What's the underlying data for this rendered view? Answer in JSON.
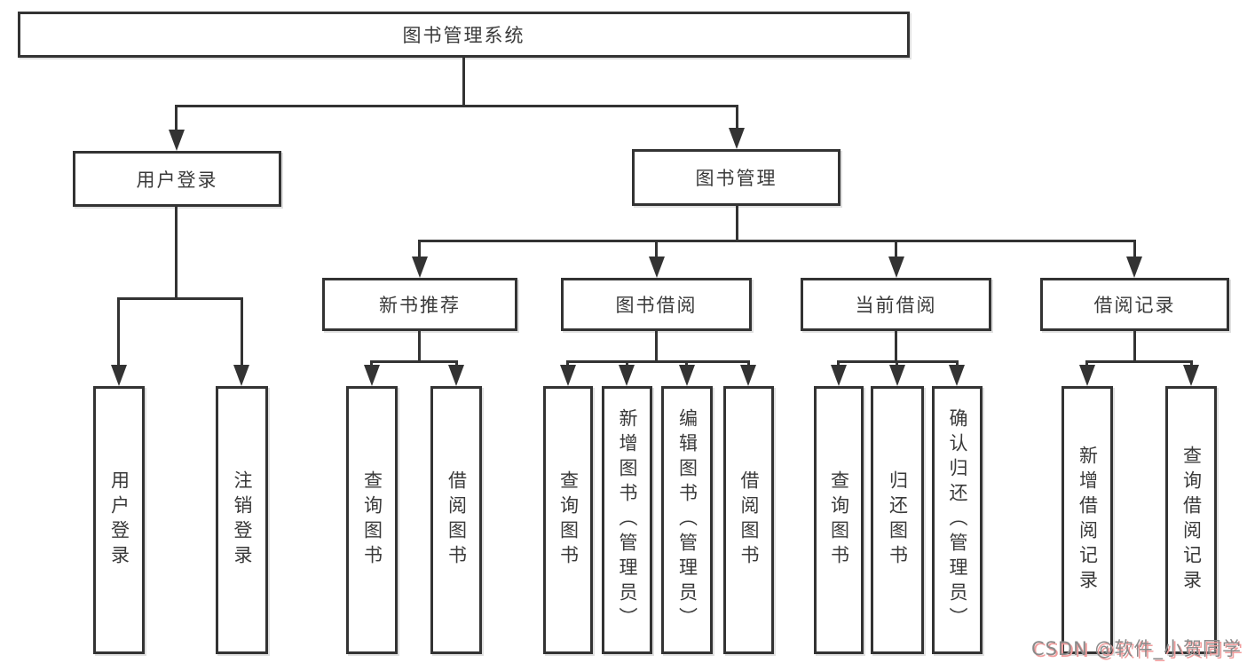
{
  "diagram": {
    "root": "图书管理系统",
    "level2": {
      "user_login": "用户登录",
      "book_management": "图书管理"
    },
    "level3": {
      "new_book_rec": "新书推荐",
      "book_borrow": "图书借阅",
      "current_borrow": "当前借阅",
      "borrow_records": "借阅记录"
    },
    "leaves": {
      "user_login": "用户登录",
      "logout": "注销登录",
      "nb_query": "查询图书",
      "nb_borrow": "借阅图书",
      "bb_query": "查询图书",
      "bb_add": "新增图书（管理员）",
      "bb_edit": "编辑图书（管理员）",
      "bb_borrow": "借阅图书",
      "cb_query": "查询图书",
      "cb_return": "归还图书",
      "cb_confirm": "确认归还（管理员）",
      "br_add": "新增借阅记录",
      "br_query": "查询借阅记录"
    },
    "colors": {
      "line": "#333333",
      "text": "#3a3a3a",
      "background": "#ffffff"
    }
  },
  "watermark": {
    "text": "CSDN @软件_小贺同学",
    "color": "#8a8a8a",
    "shadow_color": "#f09d9d"
  }
}
